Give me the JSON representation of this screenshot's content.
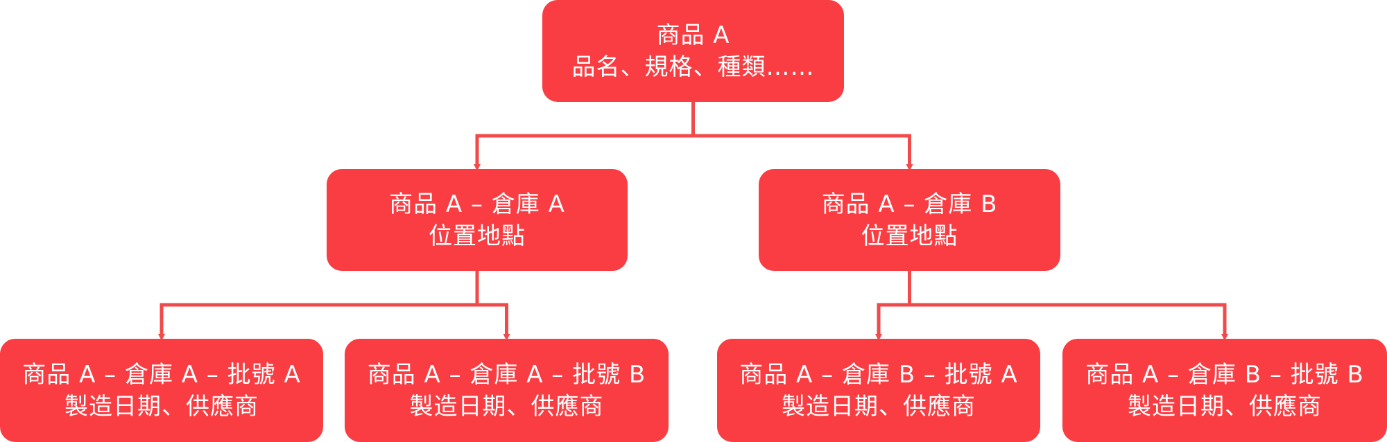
{
  "theme": {
    "node_fill": "#f93d42",
    "line_color": "#f14a4a",
    "text_color": "#ffffff"
  },
  "nodes": {
    "root": {
      "title": "商品 A",
      "subtitle": "品名、規格、種類……"
    },
    "warehouse_a": {
      "title": "商品 A – 倉庫 A",
      "subtitle": "位置地點"
    },
    "warehouse_b": {
      "title": "商品 A – 倉庫 B",
      "subtitle": "位置地點"
    },
    "warehouse_a_batch_a": {
      "title": "商品 A – 倉庫 A – 批號 A",
      "subtitle": "製造日期、供應商"
    },
    "warehouse_a_batch_b": {
      "title": "商品 A – 倉庫 A – 批號 B",
      "subtitle": "製造日期、供應商"
    },
    "warehouse_b_batch_a": {
      "title": "商品 A – 倉庫 B – 批號 A",
      "subtitle": "製造日期、供應商"
    },
    "warehouse_b_batch_b": {
      "title": "商品 A – 倉庫 B – 批號 B",
      "subtitle": "製造日期、供應商"
    }
  },
  "edges": [
    {
      "from": "root",
      "to": "warehouse_a"
    },
    {
      "from": "root",
      "to": "warehouse_b"
    },
    {
      "from": "warehouse_a",
      "to": "warehouse_a_batch_a"
    },
    {
      "from": "warehouse_a",
      "to": "warehouse_a_batch_b"
    },
    {
      "from": "warehouse_b",
      "to": "warehouse_b_batch_a"
    },
    {
      "from": "warehouse_b",
      "to": "warehouse_b_batch_b"
    }
  ]
}
